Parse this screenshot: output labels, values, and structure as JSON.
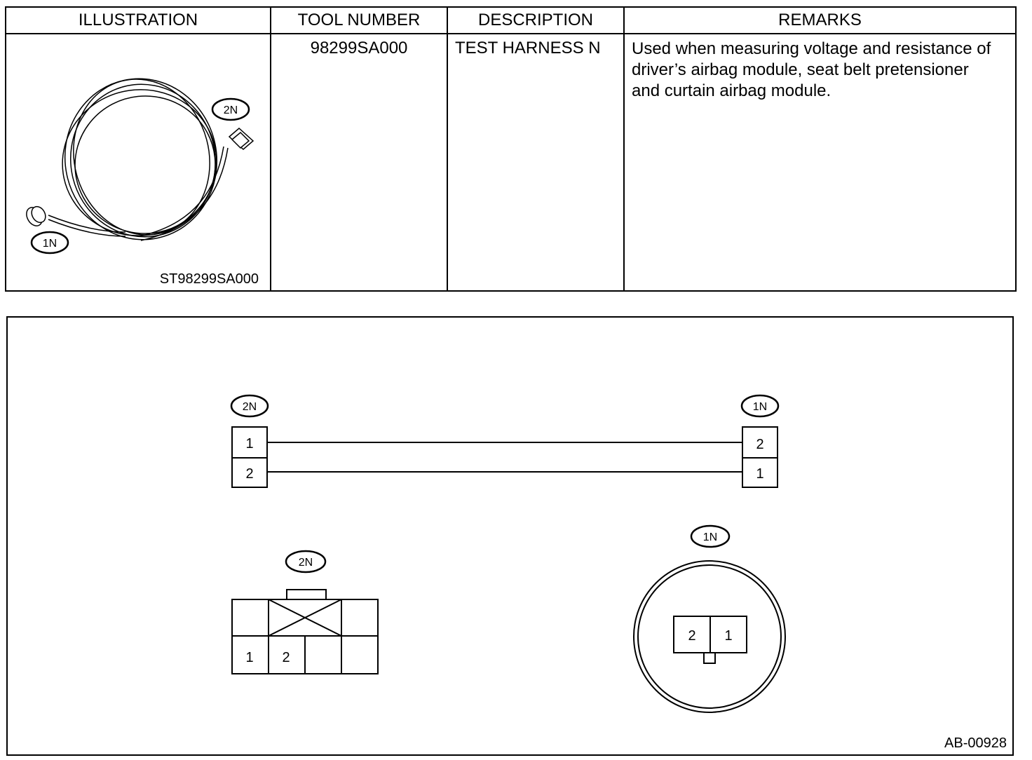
{
  "table": {
    "headers": {
      "illustration": "ILLUSTRATION",
      "tool_number": "TOOL NUMBER",
      "description": "DESCRIPTION",
      "remarks": "REMARKS"
    },
    "row": {
      "tool_number": "98299SA000",
      "description": "TEST HARNESS N",
      "remarks_lines": [
        "Used when measuring voltage and resistance of",
        "driver’s airbag module, seat belt pretensioner",
        "and curtain airbag module."
      ],
      "illustration_code": "ST98299SA000",
      "illustration_labels": {
        "connector_a": "2N",
        "connector_b": "1N"
      }
    }
  },
  "diagram": {
    "code": "AB-00928",
    "harness": {
      "left_label": "2N",
      "right_label": "1N",
      "left_pins": [
        "1",
        "2"
      ],
      "right_pins": [
        "2",
        "1"
      ]
    },
    "connector_2n": {
      "label": "2N",
      "pins": [
        "1",
        "2"
      ]
    },
    "connector_1n": {
      "label": "1N",
      "pins": [
        "2",
        "1"
      ]
    }
  },
  "colors": {
    "line": "#000000",
    "background": "#ffffff"
  }
}
